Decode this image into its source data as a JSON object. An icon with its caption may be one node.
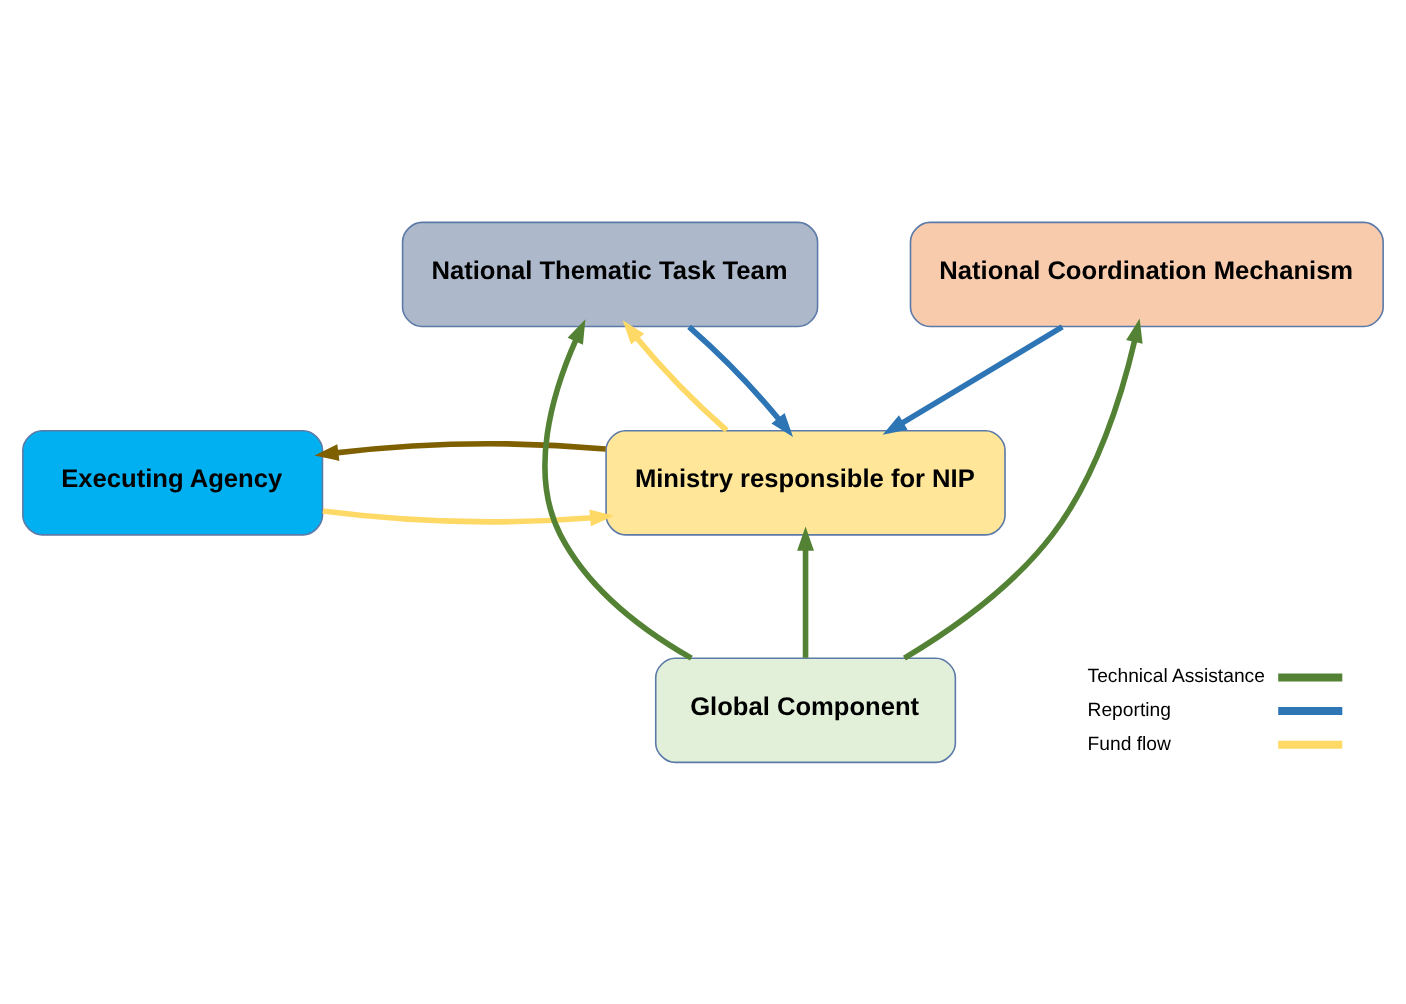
{
  "diagram": {
    "nodes": [
      {
        "text": [
          "Executing Agency"
        ]
      },
      {
        "text": [
          "Ministry responsible for NIP"
        ]
      },
      {
        "text": [
          "National Coordination Mechanism"
        ]
      },
      {
        "text": [
          "National Thematic Task Team"
        ]
      },
      {
        "text": [
          "Global Component"
        ]
      }
    ],
    "edges": [
      {
        "from": 1,
        "to": 0,
        "arrow": "to",
        "color": "#7f6000"
      },
      {
        "from": 0,
        "to": 1,
        "arrow": "to",
        "color": "#ffd966"
      },
      {
        "from": 2,
        "to": 1,
        "arrow": "to",
        "color": "#2e75b6"
      },
      {
        "from": 3,
        "to": 1,
        "arrow": "to",
        "color": "#2e75b6"
      },
      {
        "from": 1,
        "to": 3,
        "arrow": "to",
        "color": "#ffd966"
      },
      {
        "from": 4,
        "to": 2,
        "arrow": "to",
        "color": "#548235"
      },
      {
        "from": 4,
        "to": 3,
        "arrow": "to",
        "color": "#548235"
      },
      {
        "from": 4,
        "to": 1,
        "arrow": "to",
        "color": "#548235"
      }
    ],
    "legend": [
      {
        "text": "Technical Assistance"
      },
      {
        "text": "Reporting"
      },
      {
        "text": "Fund flow"
      }
    ]
  }
}
